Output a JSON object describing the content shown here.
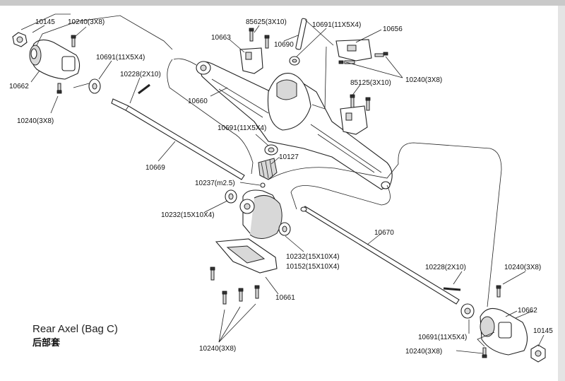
{
  "title": {
    "en": "Rear Axel (Bag C)",
    "cn": "后部套"
  },
  "labels": {
    "p10145_tl": "10145",
    "p10240_a": "10240(3X8)",
    "p10662_l": "10662",
    "p10691_a": "10691(11X5X4)",
    "p10228_a": "10228(2X10)",
    "p10240_b": "10240(3X8)",
    "p10669": "10669",
    "p85625": "85625(3X10)",
    "p10663": "10663",
    "p10690": "10690",
    "p10691_b": "10691(11X5X4)",
    "p10656": "10656",
    "p10240_c": "10240(3X8)",
    "p85125": "85125(3X10)",
    "p10660": "10660",
    "p10691_c": "10691(11X5X4)",
    "p10127": "10127",
    "p10237": "10237(m2.5)",
    "p10232_a": "10232(15X10X4)",
    "p10670": "10670",
    "p10232_b": "10232(15X10X4)",
    "p10152": "10152(15X10X4)",
    "p10661": "10661",
    "p10228_b": "10228(2X10)",
    "p10240_d": "10240(3X8)",
    "p10662_r": "10662",
    "p10145_br": "10145",
    "p10691_d": "10691(11X5X4)",
    "p10240_e": "10240(3X8)",
    "p10240_f": "10240(3X8)"
  }
}
